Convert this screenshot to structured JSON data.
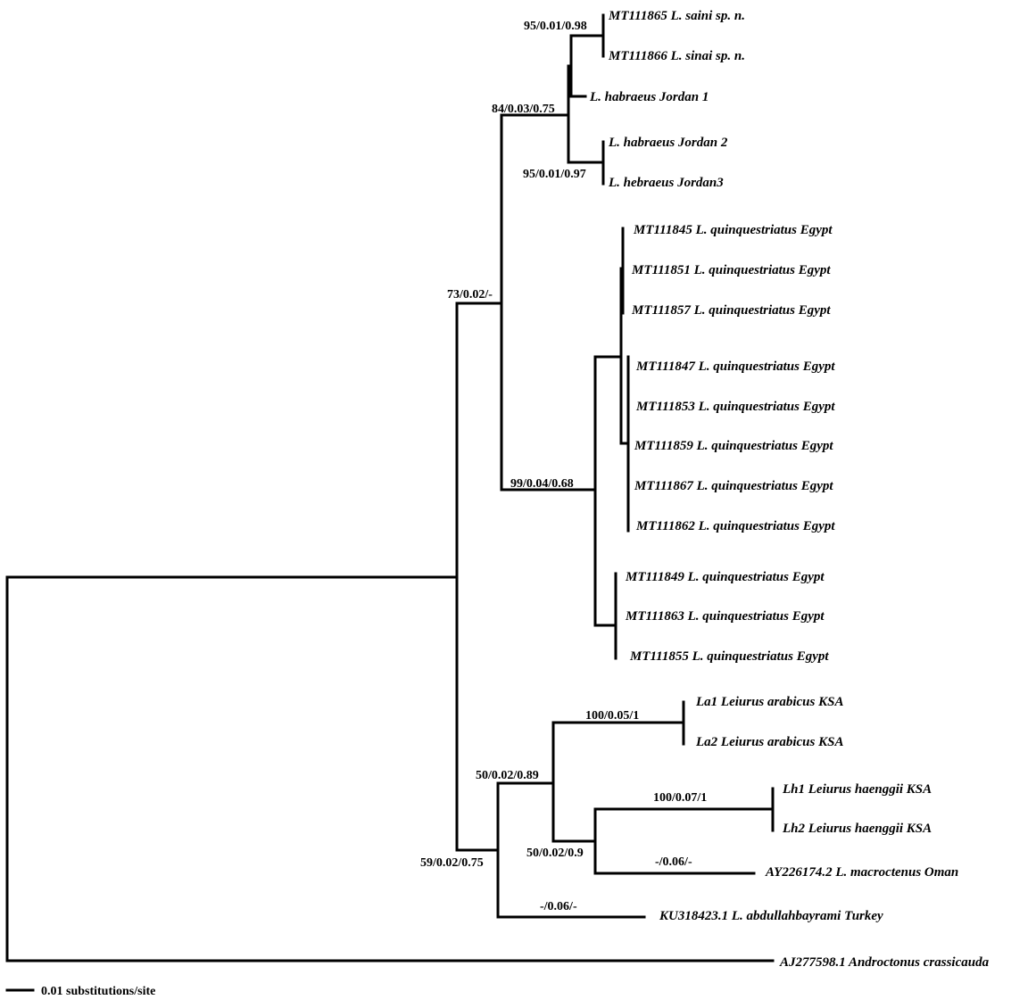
{
  "tree": {
    "leaves": [
      {
        "id": "a1",
        "label": "MT111865 L. saini sp. n."
      },
      {
        "id": "a2",
        "label": "MT111866 L. sinai sp. n."
      },
      {
        "id": "a3",
        "label": "L. habraeus Jordan 1"
      },
      {
        "id": "a4",
        "label": "L. habraeus Jordan 2"
      },
      {
        "id": "a5",
        "label": "L. hebraeus Jordan3"
      },
      {
        "id": "q1",
        "label": "MT111845 L. quinquestriatus Egypt"
      },
      {
        "id": "q2",
        "label": "MT111851 L. quinquestriatus Egypt"
      },
      {
        "id": "q3",
        "label": "MT111857 L. quinquestriatus Egypt"
      },
      {
        "id": "q4",
        "label": "MT111847 L. quinquestriatus Egypt"
      },
      {
        "id": "q5",
        "label": "MT111853 L. quinquestriatus Egypt"
      },
      {
        "id": "q6",
        "label": "MT111859 L. quinquestriatus Egypt"
      },
      {
        "id": "q7",
        "label": "MT111867 L. quinquestriatus Egypt"
      },
      {
        "id": "q8",
        "label": "MT111862 L. quinquestriatus Egypt"
      },
      {
        "id": "q9",
        "label": "MT111849 L. quinquestriatus Egypt"
      },
      {
        "id": "q10",
        "label": "MT111863 L. quinquestriatus Egypt"
      },
      {
        "id": "q11",
        "label": "MT111855 L. quinquestriatus Egypt"
      },
      {
        "id": "b1",
        "label": "La1 Leiurus arabicus KSA"
      },
      {
        "id": "b2",
        "label": "La2 Leiurus arabicus KSA"
      },
      {
        "id": "b3",
        "label": "Lh1 Leiurus haenggii KSA"
      },
      {
        "id": "b4",
        "label": "Lh2 Leiurus haenggii KSA"
      },
      {
        "id": "b5",
        "label": "AY226174.2 L. macroctenus Oman"
      },
      {
        "id": "b6",
        "label": "KU318423.1 L. abdullahbayrami Turkey"
      },
      {
        "id": "out",
        "label": "AJ277598.1 Androctonus crassicauda"
      }
    ],
    "support_values": [
      {
        "id": "s1",
        "text": "95/0.01/0.98"
      },
      {
        "id": "s2",
        "text": "84/0.03/0.75"
      },
      {
        "id": "s3",
        "text": "95/0.01/0.97"
      },
      {
        "id": "s4",
        "text": "73/0.02/-"
      },
      {
        "id": "s5",
        "text": "99/0.04/0.68"
      },
      {
        "id": "s6",
        "text": "100/0.05/1"
      },
      {
        "id": "s7",
        "text": "50/0.02/0.89"
      },
      {
        "id": "s8",
        "text": "100/0.07/1"
      },
      {
        "id": "s9",
        "text": "50/0.02/0.9"
      },
      {
        "id": "s10",
        "text": "-/0.06/-"
      },
      {
        "id": "s11",
        "text": "59/0.02/0.75"
      },
      {
        "id": "s12",
        "text": "-/0.06/-"
      }
    ]
  },
  "scale_bar": {
    "value": 0.01,
    "label": "0.01 substitutions/site"
  }
}
